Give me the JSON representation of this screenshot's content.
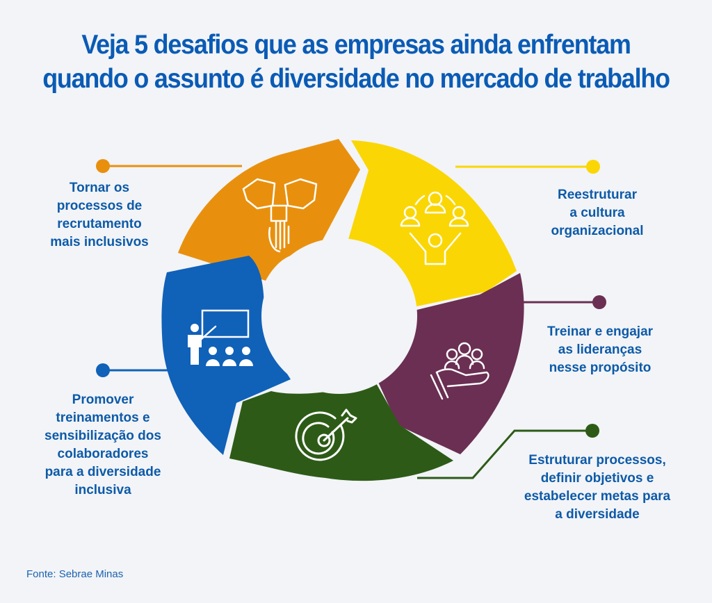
{
  "title": {
    "line1": "Veja 5 desafios que as empresas ainda enfrentam",
    "line2": "quando o assunto é diversidade no mercado de trabalho"
  },
  "segments": [
    {
      "id": "recrutamento",
      "color": "#e8900e",
      "icon": "puzzle-hands-icon",
      "label_lines": [
        "Tornar os",
        "processos de",
        "recrutamento",
        "mais inclusivos"
      ]
    },
    {
      "id": "cultura",
      "color": "#fad704",
      "icon": "team-people-icon",
      "label_lines": [
        "Reestruturar",
        "a cultura",
        "organizacional"
      ]
    },
    {
      "id": "liderancas",
      "color": "#6b2f53",
      "icon": "hand-people-icon",
      "label_lines": [
        "Treinar e engajar",
        "as lideranças",
        "nesse propósito"
      ]
    },
    {
      "id": "metas",
      "color": "#2d5b17",
      "icon": "target-icon",
      "label_lines": [
        "Estruturar processos,",
        "definir objetivos e",
        "estabelecer metas para",
        "a diversidade"
      ]
    },
    {
      "id": "treinamentos",
      "color": "#1061b8",
      "icon": "presentation-icon",
      "label_lines": [
        "Promover",
        "treinamentos e",
        "sensibilização dos",
        "colaboradores",
        "para a diversidade",
        "inclusiva"
      ]
    }
  ],
  "source": "Fonte: Sebrae Minas"
}
